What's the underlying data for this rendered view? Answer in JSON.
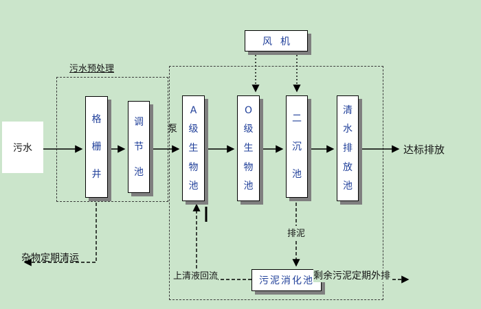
{
  "colors": {
    "background": "#cbe5cb",
    "box_fill": "#ffffff",
    "box_border": "#000000",
    "box_shadow": "#7f7f7f",
    "box_text": "#21409a",
    "label_text": "#151515",
    "line": "#000000"
  },
  "diagram": {
    "source_label": "污水",
    "pretreatment_label": "污水预处理",
    "pump_label": "泵",
    "fan_label": "风机",
    "tanks": {
      "grid_well": "格栅井",
      "regulating": "调节池",
      "a_bio": "A级生物池",
      "o_bio": "O级生物池",
      "secondary": "二沉池",
      "clean_discharge": "清水排放池",
      "digestion": "污泥消化池"
    },
    "discharge_label": "达标排放",
    "sludge_label": "排泥",
    "supernatant_label": "上清液回流",
    "excess_sludge_label": "剩余污泥定期外排",
    "debris_label": "杂物定期清运"
  }
}
